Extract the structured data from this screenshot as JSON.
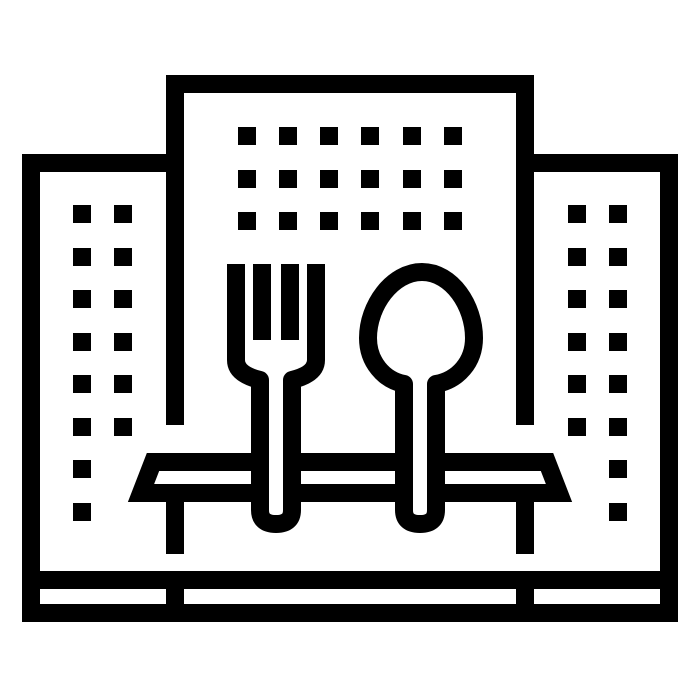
{
  "icon": {
    "name": "restaurant-district-icon",
    "stroke_color": "#000000",
    "background_color": "#ffffff",
    "parts": [
      "left-building",
      "center-building",
      "right-building",
      "table",
      "fork",
      "spoon",
      "ground"
    ]
  }
}
